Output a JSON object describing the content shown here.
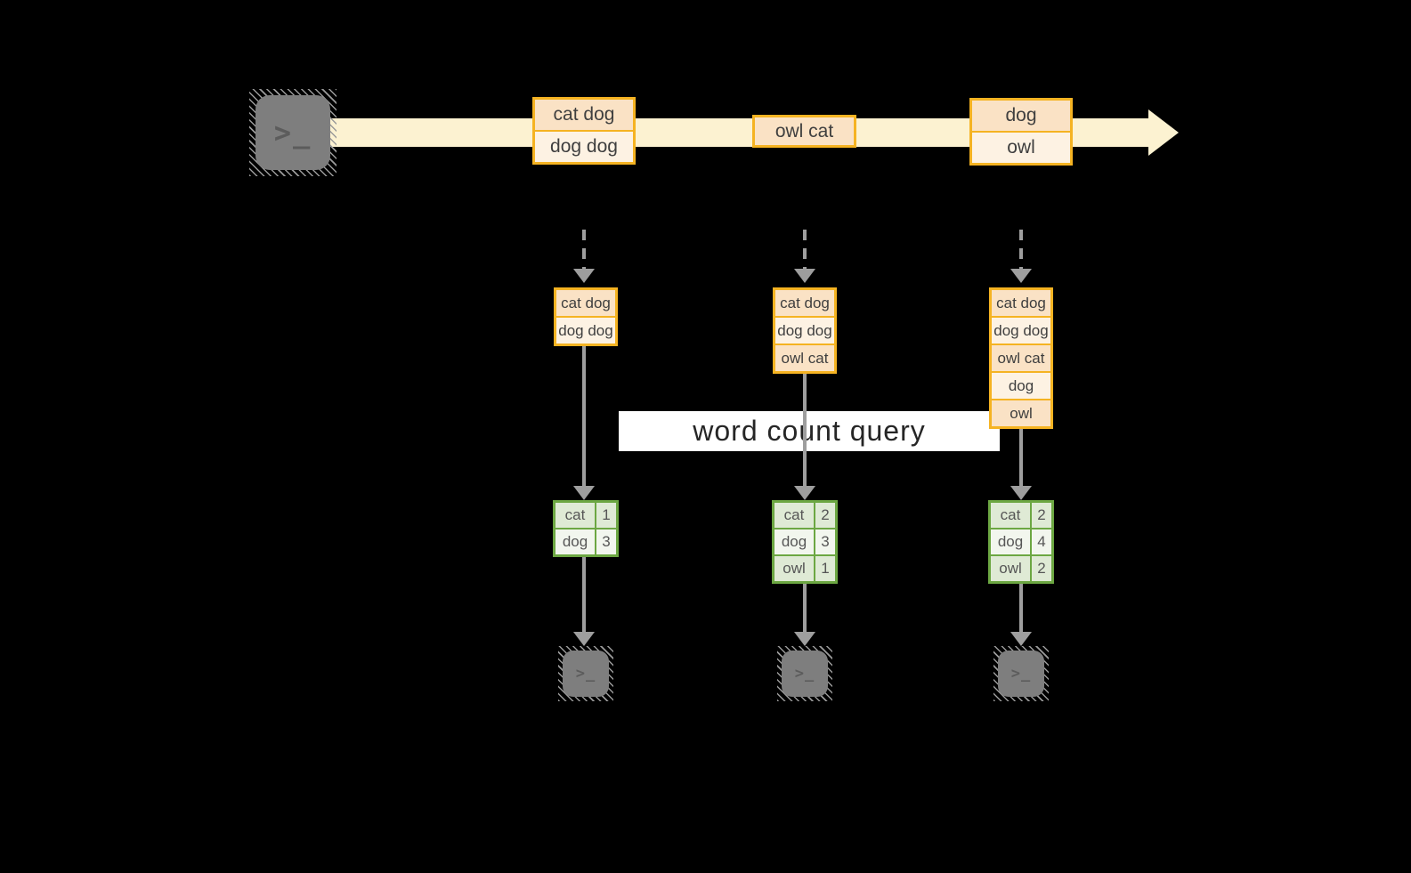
{
  "query_banner": {
    "label": "word count query"
  },
  "icons": {
    "terminal_glyph": ">_"
  },
  "stream": {
    "events": [
      {
        "lines": [
          "cat dog",
          "dog dog"
        ]
      },
      {
        "lines": [
          "owl cat"
        ]
      },
      {
        "lines": [
          "dog",
          "owl"
        ]
      }
    ]
  },
  "columns": [
    {
      "stack": [
        "cat dog",
        "dog dog"
      ],
      "counts": [
        {
          "word": "cat",
          "count": "1"
        },
        {
          "word": "dog",
          "count": "3"
        }
      ]
    },
    {
      "stack": [
        "cat dog",
        "dog dog",
        "owl cat"
      ],
      "counts": [
        {
          "word": "cat",
          "count": "2"
        },
        {
          "word": "dog",
          "count": "3"
        },
        {
          "word": "owl",
          "count": "1"
        }
      ]
    },
    {
      "stack": [
        "cat dog",
        "dog dog",
        "owl cat",
        "dog",
        "owl"
      ],
      "counts": [
        {
          "word": "cat",
          "count": "2"
        },
        {
          "word": "dog",
          "count": "4"
        },
        {
          "word": "owl",
          "count": "2"
        }
      ]
    }
  ],
  "colors": {
    "background": "#000000",
    "stream_band": "#FCF2D1",
    "orange_border": "#F5B322",
    "peach_dark": "#FAE2C5",
    "peach_light": "#FDF2E3",
    "green_border": "#6CA742",
    "green_dark": "#DFEAD5",
    "green_light": "#F2F6EE",
    "arrow_gray": "#9E9E9E",
    "terminal_gray": "#7E7E7E",
    "banner_bg": "#FFFFFF"
  }
}
